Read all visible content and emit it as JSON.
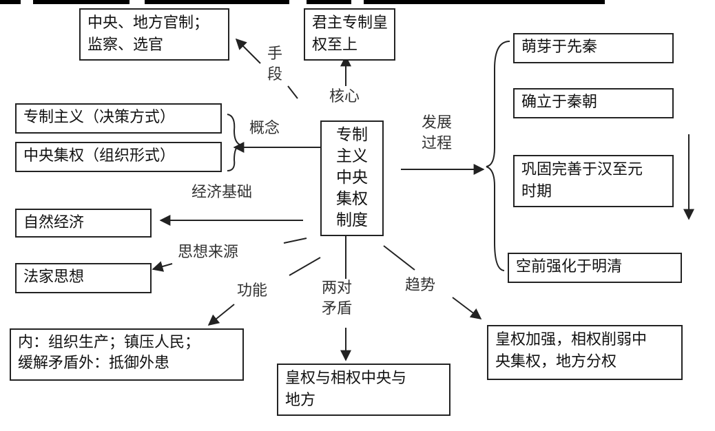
{
  "center": {
    "text": "专制\n主义\n中央\n集权\n制度"
  },
  "nodes": {
    "officials": "中央、地方官制；\n监察、选官",
    "core_box": "君主专制皇\n权至上",
    "autocracy": "专制主义（决策方式）",
    "centralization": "中央集权（组织形式）",
    "economy": "自然经济",
    "legalism": "法家思想",
    "function": "内：组织生产；镇压人民；\n缓解矛盾外：抵御外患",
    "contradictions": "皇权与相权中央与\n地方",
    "trend": "皇权加强，相权削弱中\n央集权，地方分权",
    "stage1": "萌芽于先秦",
    "stage2": "确立于秦朝",
    "stage3": "巩固完善于汉至元\n时期",
    "stage4": "空前强化于明清"
  },
  "labels": {
    "means": "手\n段",
    "core": "核心",
    "concept": "概念",
    "economic_basis": "经济基础",
    "ideology": "思想来源",
    "function": "功能",
    "two_contradictions": "两对\n矛盾",
    "trend": "趋势",
    "development": "发展\n过程"
  }
}
